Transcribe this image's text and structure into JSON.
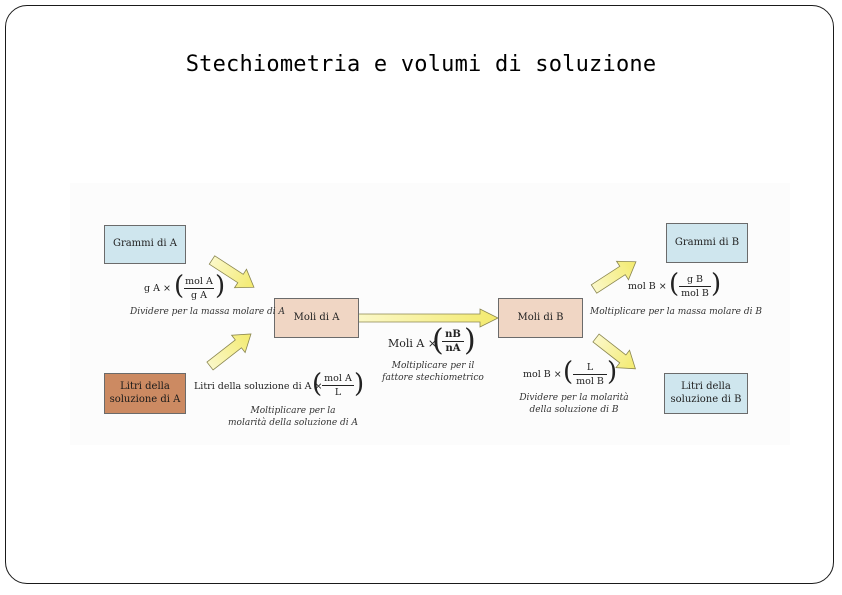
{
  "slide": {
    "title": "Stechiometria e volumi di soluzione"
  },
  "boxes": {
    "grammi_a": "Grammi di A",
    "litri_a_1": "Litri della",
    "litri_a_2": "soluzione di A",
    "moli_a": "Moli di A",
    "moli_b": "Moli di B",
    "grammi_b": "Grammi di B",
    "litri_b_1": "Litri della",
    "litri_b_2": "soluzione di B"
  },
  "conversions": {
    "mass_a": {
      "prefix": "g A ×",
      "num": "mol A",
      "den": "g A",
      "note": "Dividere per la massa molare di A"
    },
    "vol_a": {
      "prefix": "Litri della soluzione di A ×",
      "num": "mol A",
      "den": "L",
      "note_1": "Moltiplicare per la",
      "note_2": "molarità della soluzione di A"
    },
    "stoich": {
      "prefix": "Moli A ×",
      "num": "nB",
      "den": "nA",
      "note_1": "Moltiplicare per il",
      "note_2": "fattore stechiometrico"
    },
    "mass_b": {
      "prefix": "mol B ×",
      "num": "g B",
      "den": "mol B",
      "note": "Moltiplicare per la massa molare di B"
    },
    "vol_b": {
      "prefix": "mol B ×",
      "num": "L",
      "den": "mol B",
      "note_1": "Dividere per la molarità",
      "note_2": "della soluzione di B"
    }
  },
  "colors": {
    "box_blue": "#cfe6ee",
    "box_tan": "#f0d6c4",
    "box_brown": "#cc8a62",
    "arrow_fill": "#f6ef8c",
    "arrow_stroke": "#8a8650"
  }
}
